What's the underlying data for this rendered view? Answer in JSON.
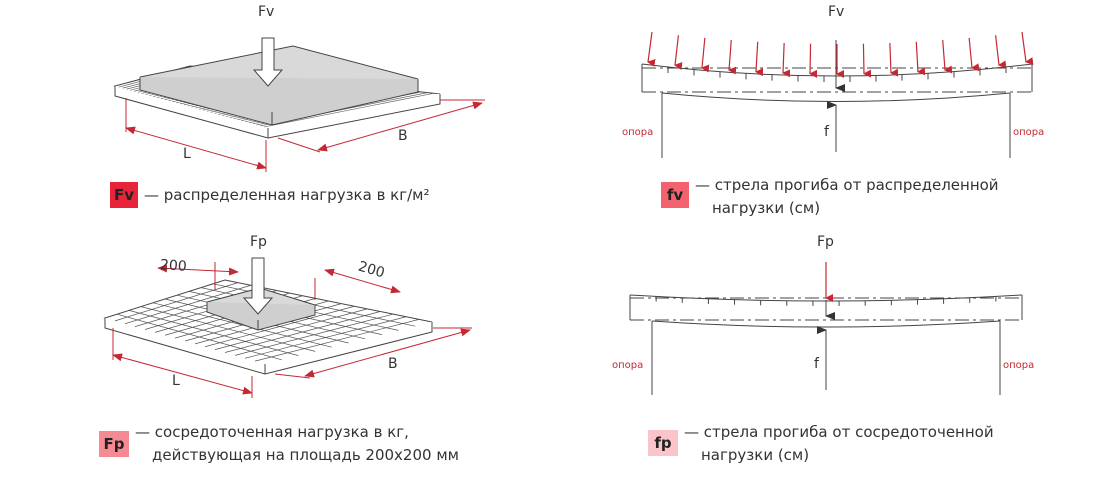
{
  "colors": {
    "red": "#c62833",
    "fv_badge": "#e8243a",
    "fv_small_badge": "#f2636f",
    "fp_badge": "#f58a94",
    "fp_small_badge": "#fbc4ca",
    "line": "#444444"
  },
  "top_left": {
    "force": "Fv",
    "dim_l": "L",
    "dim_b": "B",
    "badge": "Fv",
    "caption": "— распределенная нагрузка в кг/м²"
  },
  "bottom_left": {
    "force": "Fp",
    "dim_l": "L",
    "dim_b": "B",
    "dim_1": "200",
    "dim_2": "200",
    "badge": "Fp",
    "caption_line1": "— сосредоточенная нагрузка в кг,",
    "caption_line2": "действующая на площадь 200x200 мм"
  },
  "top_right": {
    "force": "Fv",
    "deflection": "f",
    "support_left": "опора",
    "support_right": "опора",
    "badge": "fv",
    "caption_line1": "— стрела прогиба от распределенной",
    "caption_line2": "нагрузки (см)"
  },
  "bottom_right": {
    "force": "Fp",
    "deflection": "f",
    "support_left": "опора",
    "support_right": "опора",
    "badge": "fp",
    "caption_line1": "— стрела прогиба от сосредоточенной",
    "caption_line2": "нагрузки (см)"
  }
}
